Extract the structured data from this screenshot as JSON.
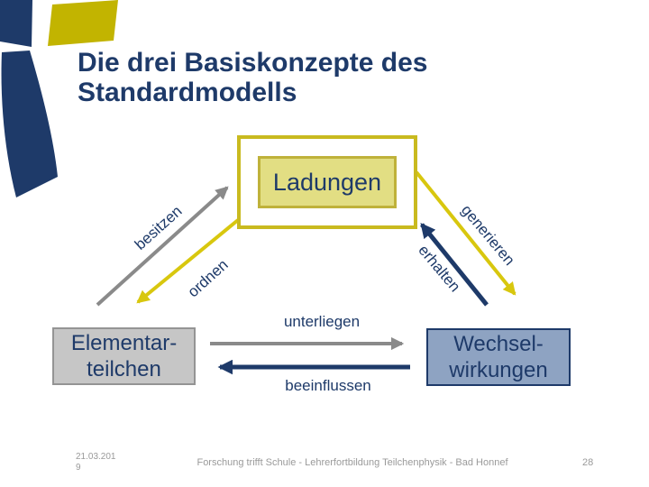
{
  "title": {
    "line1": "Die drei Basiskonzepte des",
    "line2": "Standardmodells"
  },
  "diagram": {
    "nodes": {
      "ladungen": {
        "label": "Ladungen"
      },
      "elementarteilchen": {
        "lines": [
          "Elementar-",
          "teilchen"
        ]
      },
      "wechselwirkungen": {
        "lines": [
          "Wechsel-",
          "wirkungen"
        ]
      }
    },
    "edge_labels": {
      "besitzen": "besitzen",
      "ordnen": "ordnen",
      "generieren": "generieren",
      "erhalten": "erhalten",
      "unterliegen": "unterliegen",
      "beeinflussen": "beeinflussen"
    }
  },
  "footer": {
    "date_line1": "21.03.201",
    "date_line2": "9",
    "center": "Forschung trifft Schule - Lehrerfortbildung Teilchenphysik - Bad Honnef",
    "page": "28"
  },
  "colors": {
    "navy": "#1e3a69",
    "logo_yellow": "#c2b400",
    "box_border_yellow": "#c9ba1f",
    "inner_box_fill": "#e2de83",
    "inner_box_border": "#bfb23a",
    "arrow_yellow": "#d8c70e",
    "arrow_gray": "#8a8a8a",
    "elementar_fill": "#c6c6c6",
    "elementar_border": "#949494",
    "wechsel_fill": "#8ea3c2",
    "footer_gray": "#9a9a9a"
  }
}
